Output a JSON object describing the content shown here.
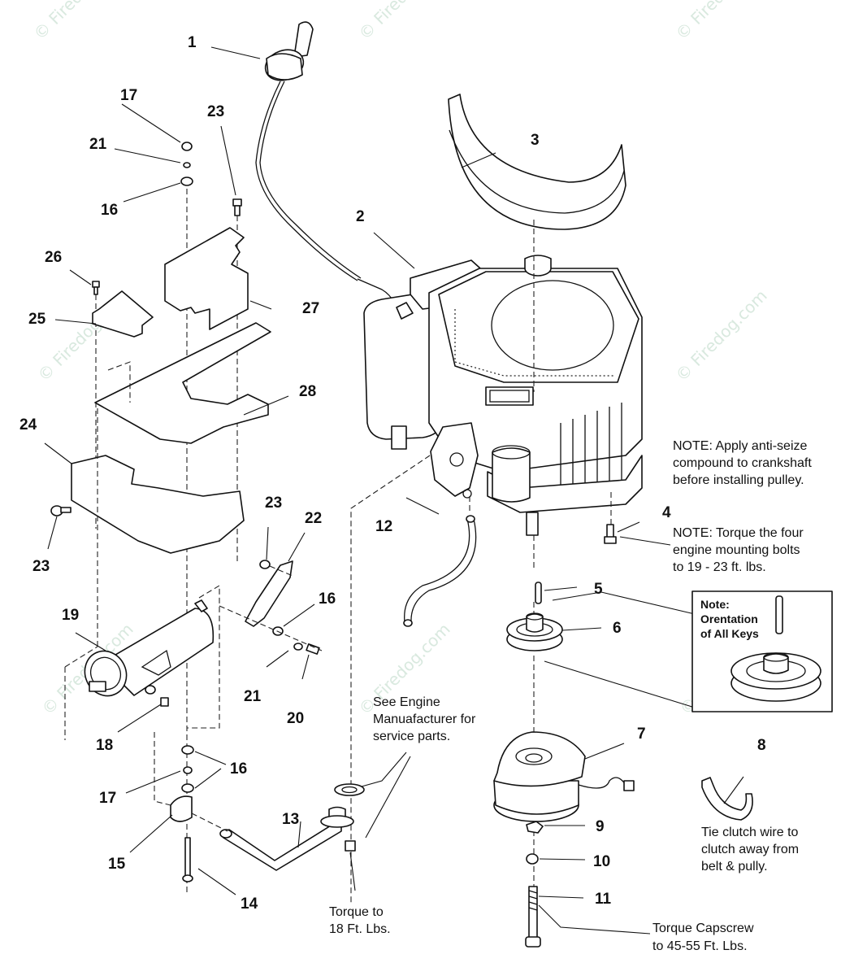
{
  "watermark": "© Firedog.com",
  "callouts": {
    "c1": "1",
    "c2": "2",
    "c3": "3",
    "c4": "4",
    "c5": "5",
    "c6": "6",
    "c7": "7",
    "c8": "8",
    "c9": "9",
    "c10": "10",
    "c11": "11",
    "c12": "12",
    "c13": "13",
    "c14": "14",
    "c15": "15",
    "c16a": "16",
    "c16b": "16",
    "c16c": "16",
    "c17a": "17",
    "c17b": "17",
    "c18": "18",
    "c19": "19",
    "c20": "20",
    "c21a": "21",
    "c21b": "21",
    "c22": "22",
    "c23a": "23",
    "c23b": "23",
    "c23c": "23",
    "c24": "24",
    "c25": "25",
    "c26": "26",
    "c27": "27",
    "c28": "28"
  },
  "notes": {
    "anti_seize": [
      "NOTE: Apply anti-seize",
      "compound to crankshaft",
      "before installing pulley."
    ],
    "engine_bolts": [
      "NOTE: Torque the four",
      "engine mounting bolts",
      "to 19 - 23 ft. lbs."
    ],
    "key_orientation": [
      "Note:",
      "Orentation",
      "of All Keys"
    ],
    "engine_manufacturer": [
      "See Engine",
      "Manuafacturer for",
      "service parts."
    ],
    "tie_clutch": [
      "Tie clutch wire to",
      "clutch away from",
      "belt & pully."
    ],
    "torque_18": [
      "Torque to",
      "18 Ft. Lbs."
    ],
    "torque_capscrew": [
      "Torque Capscrew",
      "to 45-55 Ft. Lbs."
    ]
  }
}
